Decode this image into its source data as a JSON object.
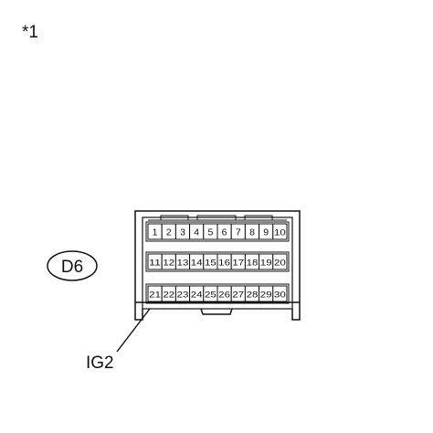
{
  "note_marker": "*1",
  "connector": {
    "code": "D6",
    "pins": [
      [
        "1",
        "2",
        "3",
        "4",
        "5",
        "6",
        "7",
        "8",
        "9",
        "10"
      ],
      [
        "11",
        "12",
        "13",
        "14",
        "15",
        "16",
        "17",
        "18",
        "19",
        "20"
      ],
      [
        "21",
        "22",
        "23",
        "24",
        "25",
        "26",
        "27",
        "28",
        "29",
        "30"
      ]
    ]
  },
  "callout": {
    "terminal_name": "IG2",
    "pin": "21"
  }
}
